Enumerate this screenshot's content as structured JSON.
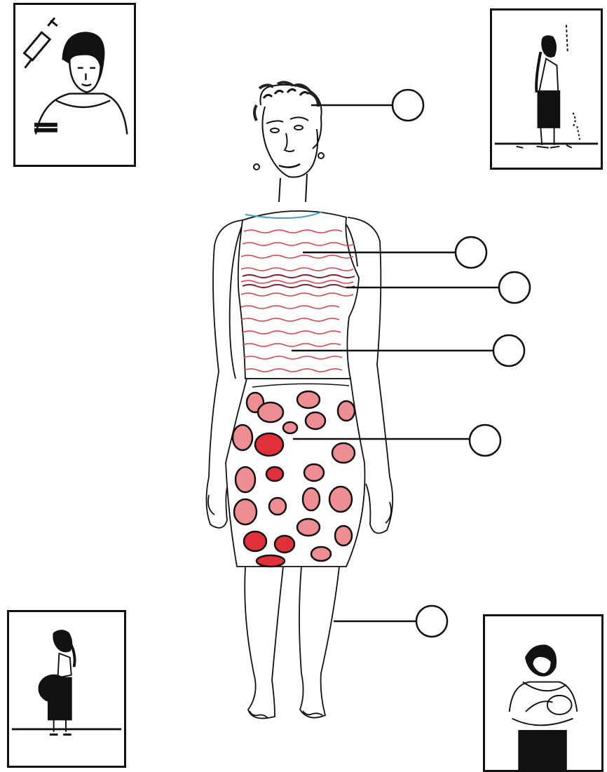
{
  "diagram": {
    "subject": "woman-full-body",
    "callouts": [
      {
        "id": "head",
        "label": ""
      },
      {
        "id": "chest",
        "label": ""
      },
      {
        "id": "breast",
        "label": ""
      },
      {
        "id": "abdomen",
        "label": ""
      },
      {
        "id": "lower-abdomen",
        "label": ""
      },
      {
        "id": "legs",
        "label": ""
      }
    ],
    "panels": [
      {
        "id": "vaccination",
        "icon": "syringe-icon"
      },
      {
        "id": "girl-growing",
        "icon": "growth-icon"
      },
      {
        "id": "pregnancy",
        "icon": "pregnant-woman-icon"
      },
      {
        "id": "breastfeeding",
        "icon": "breastfeeding-icon"
      }
    ],
    "colors": {
      "ink": "#111111",
      "dress_stripe": "#d8424f",
      "dress_dark_stripe": "#7a2430",
      "skirt_red": "#e0303a",
      "collar": "#3aa0c8"
    }
  }
}
